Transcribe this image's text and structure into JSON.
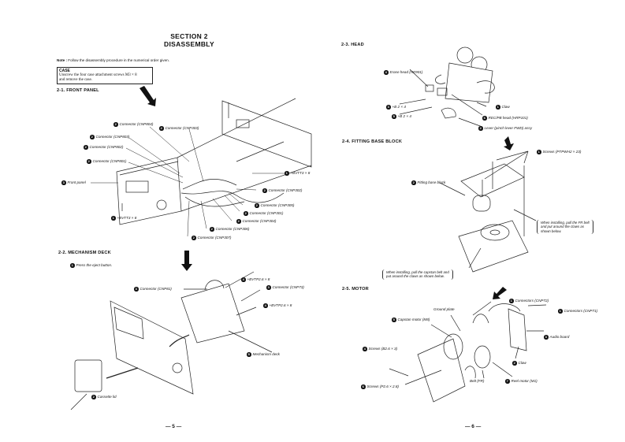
{
  "left_page": {
    "section_title": "SECTION  2",
    "section_subtitle": "DISASSEMBLY",
    "note_label": "Note :",
    "note_text": "Follow the disassembly procedure in the numerical order given.",
    "case_box": {
      "heading": "CASE",
      "line1": "Unscrew the four case attachment screws M3 × 8",
      "line2": "and remove the case."
    },
    "front_panel": {
      "heading": "2-1.  FRONT PANEL",
      "labels": [
        {
          "num": "2",
          "text": "Connector (CNP804)"
        },
        {
          "num": "2",
          "text": "Connector (CNP303)"
        },
        {
          "num": "2",
          "text": "Connector (CNP803)"
        },
        {
          "num": "2",
          "text": "Connector (CNP802)"
        },
        {
          "num": "2",
          "text": "Connector (CNP801)"
        },
        {
          "num": "3",
          "text": "Front panel"
        },
        {
          "num": "1",
          "text": "+BVTT3 × 8"
        },
        {
          "num": "1",
          "text": "+BVTT3 × 8"
        },
        {
          "num": "2",
          "text": "Connector (CNP302)"
        },
        {
          "num": "2",
          "text": "Connector (CNP305)"
        },
        {
          "num": "2",
          "text": "Connector (CNP301)"
        },
        {
          "num": "2",
          "text": "Connector (CNP304)"
        },
        {
          "num": "2",
          "text": "Connector (CNP306)"
        },
        {
          "num": "2",
          "text": "Connector (CNP307)"
        }
      ]
    },
    "mechanism_deck": {
      "heading": "2-2.  MECHANISM DECK",
      "step1": {
        "num": "1",
        "text": "Press the eject button."
      },
      "labels": [
        {
          "num": "3",
          "text": "Connector (CNP81)"
        },
        {
          "num": "4",
          "text": "+BVTP2.6 × 8"
        },
        {
          "num": "3",
          "text": "Connector (CNP73)"
        },
        {
          "num": "4",
          "text": "+BVTP2.6 × 8"
        },
        {
          "num": "5",
          "text": "Mechanism deck"
        },
        {
          "num": "2",
          "text": "Cassette lid"
        }
      ]
    },
    "page_number": "— 5 —"
  },
  "right_page": {
    "head": {
      "heading": "2-3.  HEAD",
      "labels": [
        {
          "num": "4",
          "text": "Erase head (HE901)"
        },
        {
          "num": "3",
          "text": "+B 2 × 4"
        },
        {
          "num": "5",
          "text": "+B 2 × 4"
        },
        {
          "num": "1",
          "text": "Claw"
        },
        {
          "num": "6",
          "text": "REC/PB head (HRP101)"
        },
        {
          "num": "2",
          "text": "Lever (pinch lever FWD) assy"
        }
      ]
    },
    "fitting_base": {
      "heading": "2-4.  FITTING BASE BLOCK",
      "labels": [
        {
          "num": "1",
          "text": "Screws (PTPWH2 × 23)"
        },
        {
          "num": "2",
          "text": "Fitting base block"
        }
      ],
      "note_fr": [
        "When installing, pull the FR belt",
        "and put around the claws as",
        "shown below."
      ],
      "note_capstan": [
        "When installing, pull the capstan belt and",
        "put around the claws as shown below."
      ]
    },
    "motor": {
      "heading": "2-5.  MOTOR",
      "labels": [
        {
          "num": "1",
          "text": "Connectors (CNP72)"
        },
        {
          "num": "1",
          "text": "Connectors (CNP71)"
        },
        {
          "num": "",
          "text": "Ground plate"
        },
        {
          "num": "5",
          "text": "Capstan motor (M8)"
        },
        {
          "num": "3",
          "text": "Audio board"
        },
        {
          "num": "4",
          "text": "Screws (B2.6 × 3)"
        },
        {
          "num": "2",
          "text": "Claw"
        },
        {
          "num": "",
          "text": "Belt (FR)"
        },
        {
          "num": "7",
          "text": "Reel motor (M1)"
        },
        {
          "num": "6",
          "text": "Screws (P2.6 × 2.8)"
        }
      ]
    },
    "page_number": "— 6 —"
  }
}
